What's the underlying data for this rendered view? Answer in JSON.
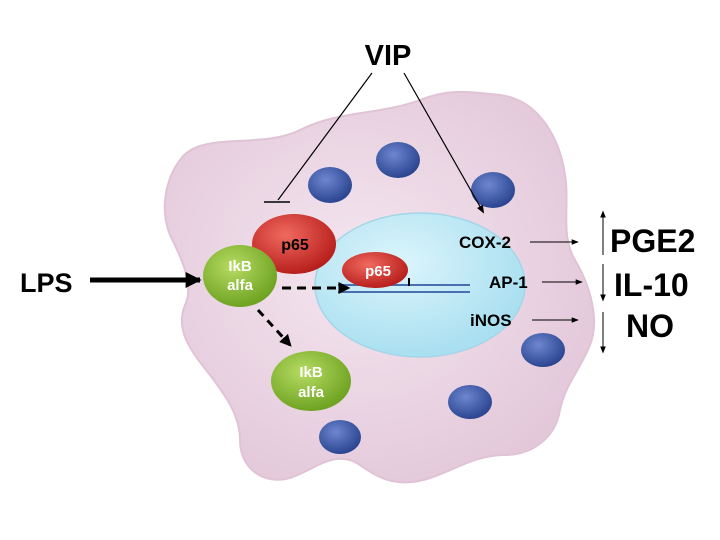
{
  "labels": {
    "vip": "VIP",
    "lps": "LPS",
    "p65_cytoplasm": "p65",
    "ikb_bound_line1": "IkB",
    "ikb_bound_line2": "alfa",
    "p65_nucleus": "p65",
    "ikb_free_line1": "IkB",
    "ikb_free_line2": "alfa",
    "cox2": "COX-2",
    "ap1": "AP-1",
    "inos": "iNOS",
    "pge2": "PGE2",
    "il10": "IL-10",
    "no": "NO"
  },
  "colors": {
    "cell": "#e8d3e2",
    "nucleus": "#c6ecf7",
    "vesicle": "#3a55a8",
    "p65": "#d2302c",
    "ikb": "#8cbf2e"
  }
}
